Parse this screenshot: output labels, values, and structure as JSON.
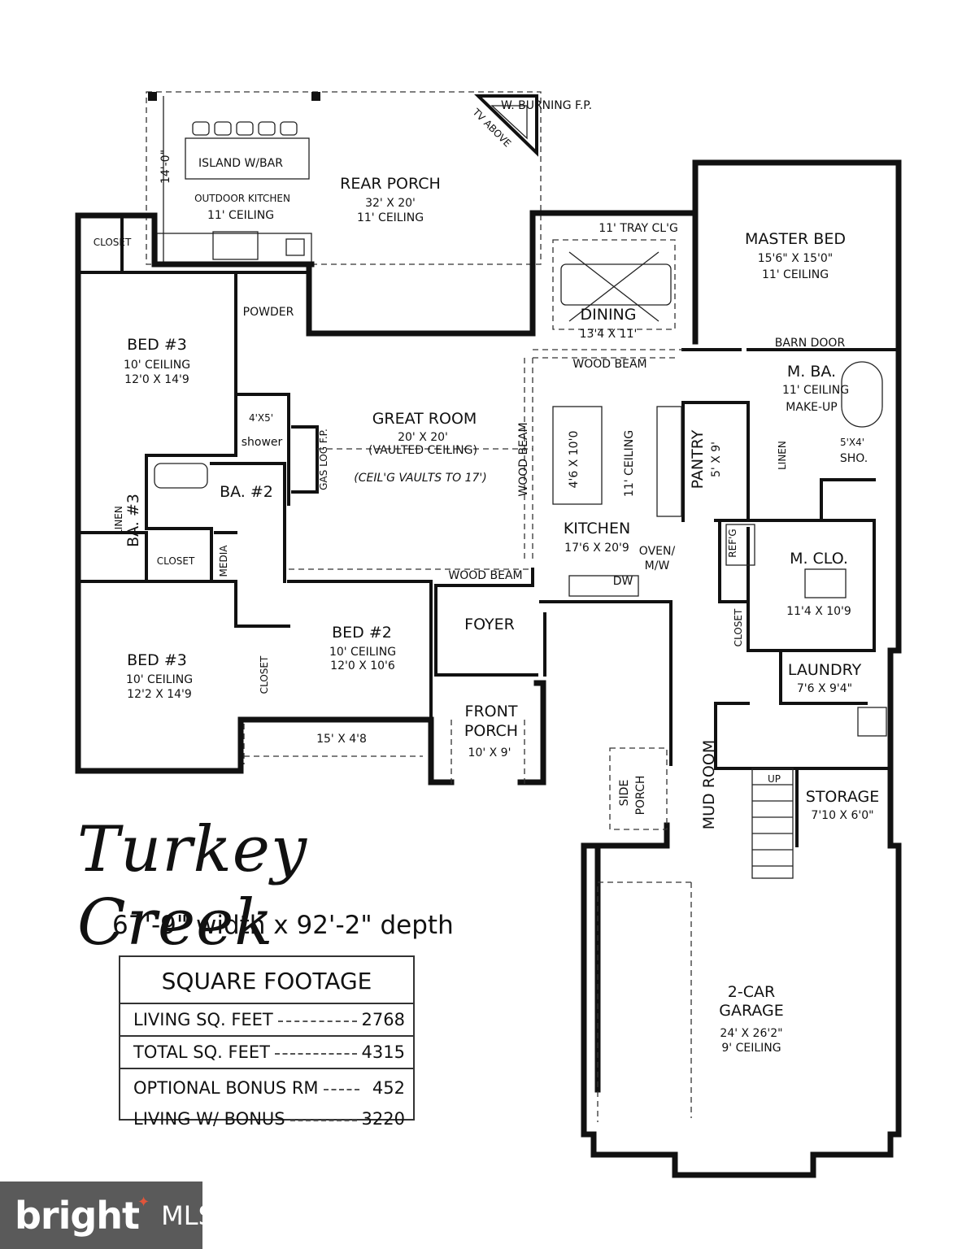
{
  "plan_name": "Turkey Creek",
  "dimensions": "67'-9\" width x 92'-2\" depth",
  "rooms": {
    "rear_porch": {
      "name": "REAR PORCH",
      "size": "32' X 20'",
      "ceiling": "11' CEILING"
    },
    "outdoor_kitchen": {
      "name": "OUTDOOR KITCHEN",
      "ceiling": "11' CEILING"
    },
    "island_bar": {
      "name": "ISLAND W/BAR"
    },
    "porch_depth": {
      "label": "14'-0\""
    },
    "fireplace_rear": {
      "label": "W. BURNING F.P."
    },
    "tv_above": {
      "label": "TV ABOVE"
    },
    "closet_nw": {
      "name": "CLOSET"
    },
    "powder": {
      "name": "POWDER"
    },
    "bed3_upper": {
      "name": "BED #3",
      "ceiling": "10' CEILING",
      "size": "12'0 X 14'9"
    },
    "shower": {
      "size": "4'X5'",
      "name": "shower"
    },
    "great_room": {
      "name": "GREAT ROOM",
      "size": "20' X 20'",
      "ceiling": "(VAULTED CEILING)",
      "note": "(CEIL'G VAULTS TO 17')"
    },
    "gas_log": {
      "label": "GAS LOG F.P."
    },
    "wood_beam_v": {
      "label": "WOOD BEAM"
    },
    "wood_beam_top": {
      "label": "WOOD BEAM"
    },
    "wood_beam_bottom": {
      "label": "WOOD BEAM"
    },
    "dining": {
      "tray": "11' TRAY CL'G",
      "name": "DINING",
      "size": "13'4 X 11'"
    },
    "master_bed": {
      "name": "MASTER BED",
      "size": "15'6\" X 15'0\"",
      "ceiling": "11' CEILING"
    },
    "barn_door": {
      "label": "BARN DOOR"
    },
    "master_bath": {
      "name": "M. BA.",
      "ceiling": "11' CEILING",
      "makeup": "MAKE-UP",
      "linen": "LINEN",
      "shower": "5'X4'",
      "shower_label": "SHO."
    },
    "kitchen": {
      "name": "KITCHEN",
      "size": "17'6 X 20'9",
      "island": "4'6 X 10'0",
      "ceiling": "11' CEILING"
    },
    "pantry": {
      "name": "PANTRY",
      "size": "5' X 9'"
    },
    "refrig": {
      "label": "REF'G"
    },
    "oven": {
      "label": "OVEN/",
      "label2": "M/W"
    },
    "dw": {
      "label": "DW"
    },
    "bath2": {
      "name": "BA. #2"
    },
    "bath3": {
      "name": "BA. #3",
      "linen": "LINEN"
    },
    "closet_bath3": {
      "name": "CLOSET"
    },
    "media": {
      "name": "MEDIA"
    },
    "master_closet": {
      "name": "M. CLO.",
      "size": "11'4 X 10'9"
    },
    "closet_mud": {
      "name": "CLOSET"
    },
    "bed3_lower": {
      "name": "BED #3",
      "ceiling": "10' CEILING",
      "size": "12'2 X 14'9"
    },
    "bed2": {
      "name": "BED #2",
      "ceiling": "10' CEILING",
      "size": "12'0 X 10'6"
    },
    "closet_bed2": {
      "name": "CLOSET"
    },
    "foyer": {
      "name": "FOYER"
    },
    "front_porch": {
      "name": "FRONT",
      "name2": "PORCH",
      "size": "10' X 9'"
    },
    "side_walk": {
      "size": "15' X 4'8"
    },
    "laundry": {
      "name": "LAUNDRY",
      "size": "7'6 X 9'4\""
    },
    "mud_room": {
      "name": "MUD ROOM"
    },
    "side_porch": {
      "name": "SIDE",
      "name2": "PORCH"
    },
    "stairs": {
      "label": "UP"
    },
    "storage": {
      "name": "STORAGE",
      "size": "7'10 X 6'0\""
    },
    "garage": {
      "name": "2-CAR",
      "name2": "GARAGE",
      "size": "24' X 26'2\"",
      "ceiling": "9' CEILING"
    }
  },
  "square_footage": {
    "title": "SQUARE FOOTAGE",
    "living": {
      "label": "LIVING SQ. FEET",
      "value": "2768"
    },
    "total": {
      "label": "TOTAL SQ. FEET",
      "value": "4315"
    },
    "bonus": {
      "label": "OPTIONAL BONUS RM",
      "value": "452"
    },
    "living_bonus": {
      "label": "LIVING W/ BONUS",
      "value": "3220"
    }
  },
  "watermark": {
    "brand": "bright",
    "suffix": "MLS",
    "brand_color": "#e0553b"
  }
}
